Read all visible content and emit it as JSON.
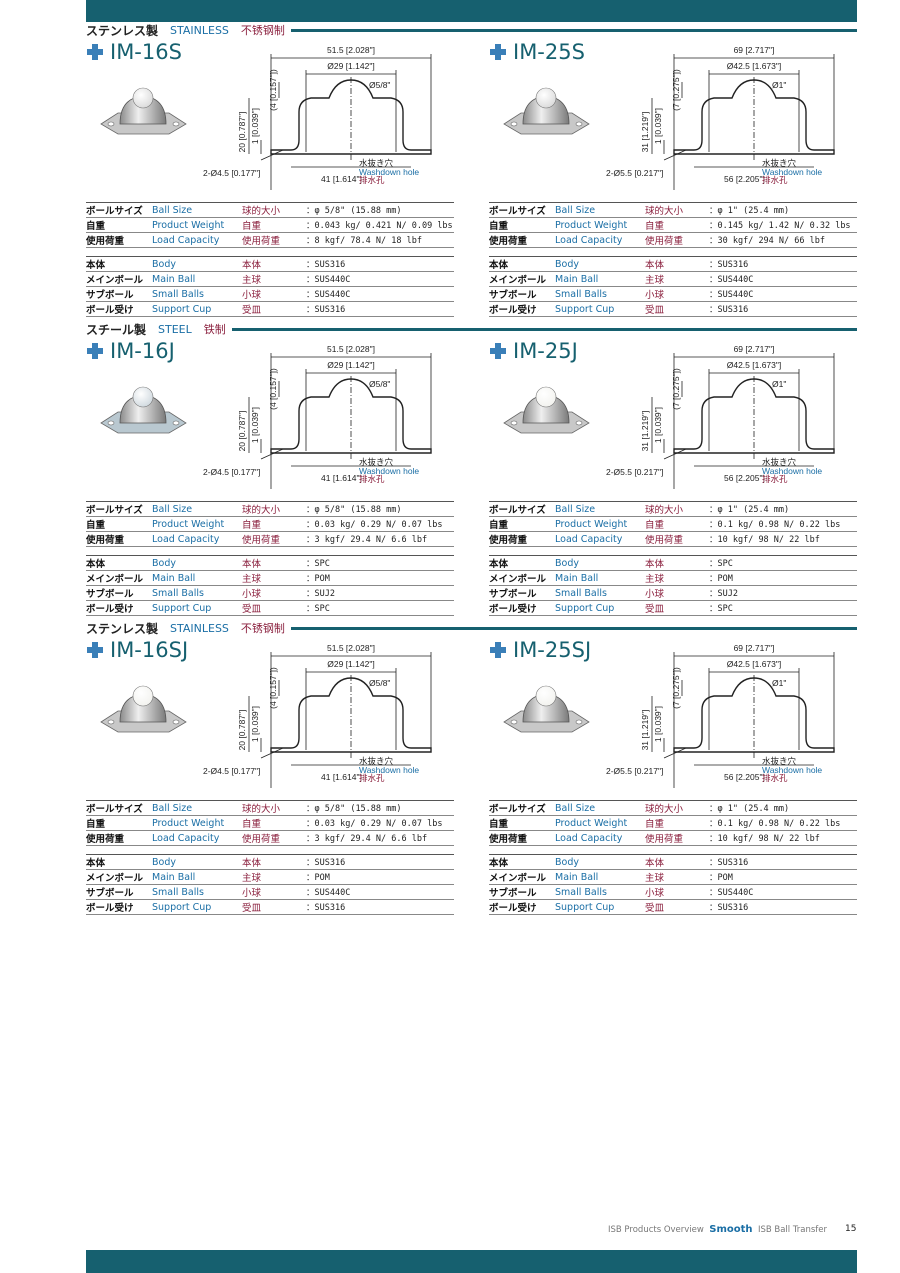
{
  "sections": [
    {
      "jp": "ステンレス製",
      "en": "STAINLESS",
      "cn": "不锈钢制"
    },
    {
      "jp": "スチール製",
      "en": "STEEL",
      "cn": "铁制"
    },
    {
      "jp": "ステンレス製",
      "en": "STAINLESS",
      "cn": "不锈钢制"
    }
  ],
  "drawing16": {
    "width": "51.5 [2.028\"]",
    "dia": "Ø29 [1.142\"]",
    "ball": "Ø5/8\"",
    "h": "20 [0.787\"]",
    "plate": "1 [0.039\"]",
    "cap": "(4 [0.157\"])",
    "holes": "2-Ø4.5 [0.177\"]",
    "pitch": "41 [1.614\"]",
    "wash_jp": "水抜き穴",
    "wash_en": "Washdown hole",
    "wash_cn": "排水孔"
  },
  "drawing25": {
    "width": "69 [2.717\"]",
    "dia": "Ø42.5 [1.673\"]",
    "ball": "Ø1\"",
    "h": "31 [1.219\"]",
    "plate": "1 [0.039\"]",
    "cap": "(7 [0.275\"])",
    "holes": "2-Ø5.5 [0.217\"]",
    "pitch": "56 [2.205\"]",
    "wash_jp": "水抜き穴",
    "wash_en": "Washdown hole",
    "wash_cn": "排水孔"
  },
  "labels": {
    "ball_size": {
      "jp": "ボールサイズ",
      "en": "Ball Size",
      "cn": "球的大小"
    },
    "weight": {
      "jp": "自重",
      "en": "Product Weight",
      "cn": "自重"
    },
    "load": {
      "jp": "使用荷重",
      "en": "Load Capacity",
      "cn": "使用荷重"
    },
    "body": {
      "jp": "本体",
      "en": "Body",
      "cn": "本体"
    },
    "main_ball": {
      "jp": "メインボール",
      "en": "Main Ball",
      "cn": "主球"
    },
    "small_balls": {
      "jp": "サブボール",
      "en": "Small Balls",
      "cn": "小球"
    },
    "support_cup": {
      "jp": "ボール受け",
      "en": "Support Cup",
      "cn": "受皿"
    }
  },
  "products": [
    {
      "name": "IM-16S",
      "ball": "：φ 5/8\" (15.88 mm)",
      "weight": "：0.043 kg/ 0.421 N/ 0.09 lbs",
      "load": "：8 kgf/ 78.4 N/ 18 lbf",
      "body": "：SUS316",
      "main_ball": "：SUS440C",
      "small_balls": "：SUS440C",
      "support_cup": "：SUS316"
    },
    {
      "name": "IM-25S",
      "ball": "：φ 1\" (25.4 mm)",
      "weight": "：0.145 kg/ 1.42 N/ 0.32 lbs",
      "load": "：30 kgf/ 294 N/ 66 lbf",
      "body": "：SUS316",
      "main_ball": "：SUS440C",
      "small_balls": "：SUS440C",
      "support_cup": "：SUS316"
    },
    {
      "name": "IM-16J",
      "ball": "：φ 5/8\" (15.88 mm)",
      "weight": "：0.03 kg/ 0.29 N/ 0.07 lbs",
      "load": "：3 kgf/ 29.4 N/ 6.6 lbf",
      "body": "：SPC",
      "main_ball": "：POM",
      "small_balls": "：SUJ2",
      "support_cup": "：SPC"
    },
    {
      "name": "IM-25J",
      "ball": "：φ 1\" (25.4 mm)",
      "weight": "：0.1 kg/ 0.98 N/ 0.22 lbs",
      "load": "：10 kgf/ 98 N/ 22 lbf",
      "body": "：SPC",
      "main_ball": "：POM",
      "small_balls": "：SUJ2",
      "support_cup": "：SPC"
    },
    {
      "name": "IM-16SJ",
      "ball": "：φ 5/8\" (15.88 mm)",
      "weight": "：0.03 kg/ 0.29 N/ 0.07 lbs",
      "load": "：3 kgf/ 29.4 N/ 6.6 lbf",
      "body": "：SUS316",
      "main_ball": "：POM",
      "small_balls": "：SUS440C",
      "support_cup": "：SUS316"
    },
    {
      "name": "IM-25SJ",
      "ball": "：φ 1\" (25.4 mm)",
      "weight": "：0.1 kg/ 0.98 N/ 0.22 lbs",
      "load": "：10 kgf/ 98 N/ 22 lbf",
      "body": "：SUS316",
      "main_ball": "：POM",
      "small_balls": "：SUS440C",
      "support_cup": "：SUS316"
    }
  ],
  "footer": {
    "overview": "ISB Products Overview",
    "smooth": "Smooth",
    "transfer": "ISB Ball Transfer",
    "page": "15"
  }
}
